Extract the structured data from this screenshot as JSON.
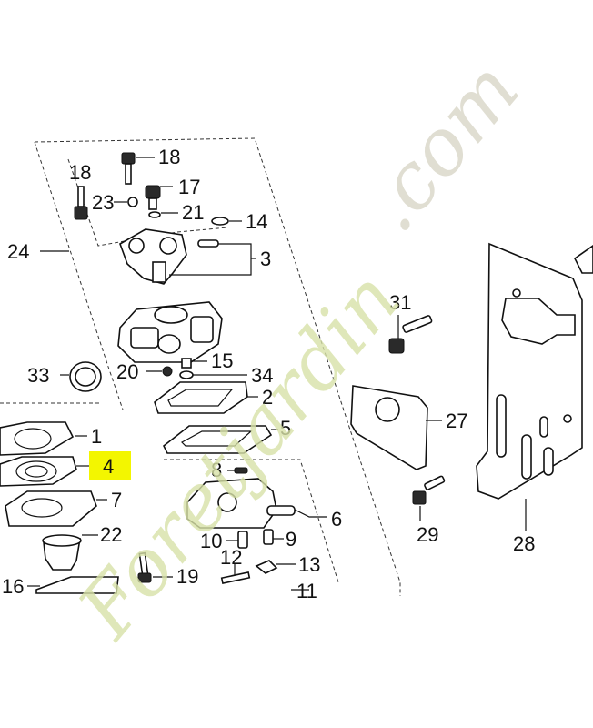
{
  "diagram": {
    "labels": {
      "p1": "1",
      "p2": "2",
      "p3": "3",
      "p4": "4",
      "p5": "5",
      "p6": "6",
      "p7": "7",
      "p8": "8",
      "p9": "9",
      "p10": "10",
      "p11": "11",
      "p12": "12",
      "p13": "13",
      "p14": "14",
      "p15": "15",
      "p16": "16",
      "p17": "17",
      "p18a": "18",
      "p18b": "18",
      "p19": "19",
      "p20": "20",
      "p21": "21",
      "p22": "22",
      "p23": "23",
      "p24": "24",
      "p27": "27",
      "p28": "28",
      "p29": "29",
      "p31": "31",
      "p33": "33",
      "p34": "34"
    },
    "highlight_color": "#f3f600"
  },
  "watermark": {
    "brand": "Foretjardin",
    "suffix": ".com"
  }
}
